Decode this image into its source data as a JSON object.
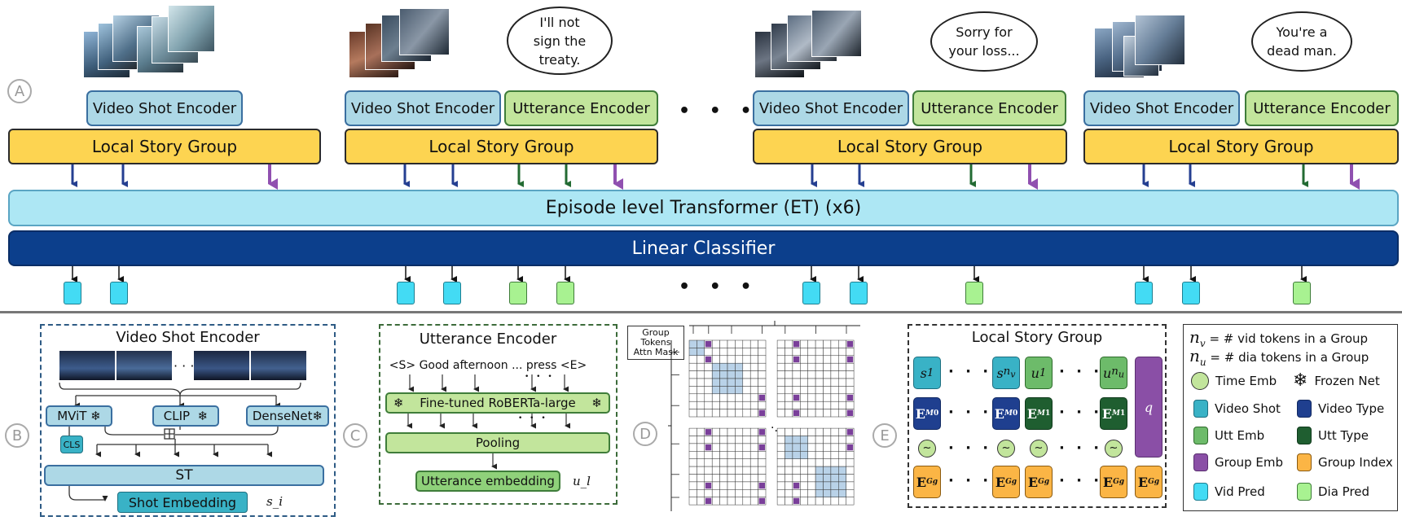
{
  "circle_labels": {
    "a": "A",
    "b": "B",
    "c": "C",
    "d": "D",
    "e": "E"
  },
  "bubbles": {
    "b1": "I'll not\nsign the\ntreaty.",
    "b2": "Sorry for\nyour loss...",
    "b3": "You're a\ndead man."
  },
  "top": {
    "video_shot_encoder": "Video Shot Encoder",
    "utterance_encoder": "Utterance Encoder",
    "local_story_group": "Local Story Group",
    "episode_transformer": "Episode level Transformer (ET) (x6)",
    "linear_classifier": "Linear Classifier",
    "ellipsis": "• • •"
  },
  "panel_b": {
    "title": "Video Shot Encoder",
    "mvit": "MViT",
    "clip": "CLIP",
    "densenet": "DenseNet",
    "cls": "CLS",
    "st": "ST",
    "shot_embedding": "Shot Embedding",
    "symbol": "s_i",
    "frame_dots": "· · ·",
    "mid_dots": "· · ·"
  },
  "panel_c": {
    "title": "Utterance Encoder",
    "sentence": "<S> Good afternoon ... press <E>",
    "roberta": "Fine-tuned RoBERTa-large",
    "pooling": "Pooling",
    "utt_embedding": "Utterance embedding",
    "symbol": "u_l",
    "dots": "• • •"
  },
  "panel_d": {
    "mask_label": "Group\nTokens\nAttn Mask"
  },
  "panel_e": {
    "title": "Local Story Group",
    "tokens_top": [
      "s1",
      "s_nv",
      "u1",
      "u_nu"
    ],
    "q": "q",
    "E0M": "E0M",
    "E1M": "E1M",
    "EgG": "EgG"
  },
  "legend": {
    "nv_def": "= # vid tokens in a Group",
    "nu_def": "= # dia tokens in a Group",
    "items": [
      {
        "label": "Time Emb",
        "color": "#c2e59c"
      },
      {
        "label": "Frozen Net",
        "color": "#000000"
      },
      {
        "label": "Video Shot",
        "color": "#39b2c6"
      },
      {
        "label": "Video Type",
        "color": "#1f3f8f"
      },
      {
        "label": "Utt Emb",
        "color": "#6dbb6a"
      },
      {
        "label": "Utt Type",
        "color": "#1f5e30"
      },
      {
        "label": "Group Emb",
        "color": "#8a4fa6"
      },
      {
        "label": "Group Index",
        "color": "#fbb545"
      },
      {
        "label": "Vid Pred",
        "color": "#43dbf4"
      },
      {
        "label": "Dia Pred",
        "color": "#a8f291"
      }
    ]
  },
  "colors": {
    "video_arrow": "#253f91",
    "utt_arrow": "#236b33",
    "group_arrow": "#9050b0",
    "vid_pred": "#43dbf4",
    "dia_pred": "#a8f291"
  }
}
